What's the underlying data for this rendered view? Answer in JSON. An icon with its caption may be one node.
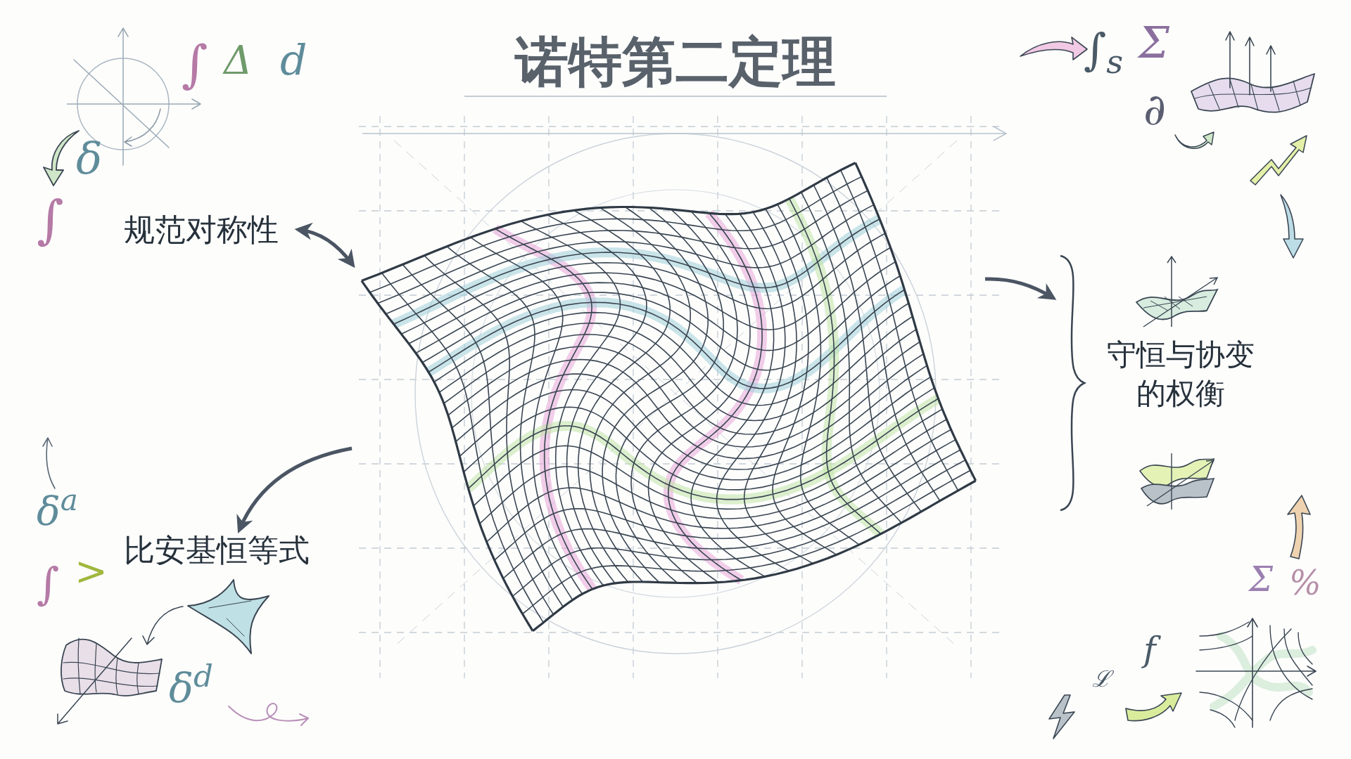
{
  "diagram": {
    "title": "诺特第二定理",
    "nodes": [
      {
        "text": [],
        "shape": "picture"
      },
      {
        "text": [
          "规范对称性"
        ]
      },
      {
        "text": [
          "比安基恒等式"
        ]
      },
      {
        "text": [
          "守恒与协变的权衡"
        ]
      }
    ],
    "edges": [
      {
        "from": 1,
        "to": 0,
        "arrow": "both"
      },
      {
        "from": 0,
        "to": 2,
        "arrow": "to"
      },
      {
        "from": 0,
        "to": 3,
        "arrow": "to"
      }
    ],
    "labels": [
      "∫",
      "Δ",
      "d",
      "∫$_{s}$",
      "Σ",
      "∂",
      "δ",
      "∫",
      "δ$^{a}$",
      "∫",
      ">",
      "Σ",
      "%",
      "f",
      "ℒ",
      "δ$^{d}$"
    ]
  }
}
